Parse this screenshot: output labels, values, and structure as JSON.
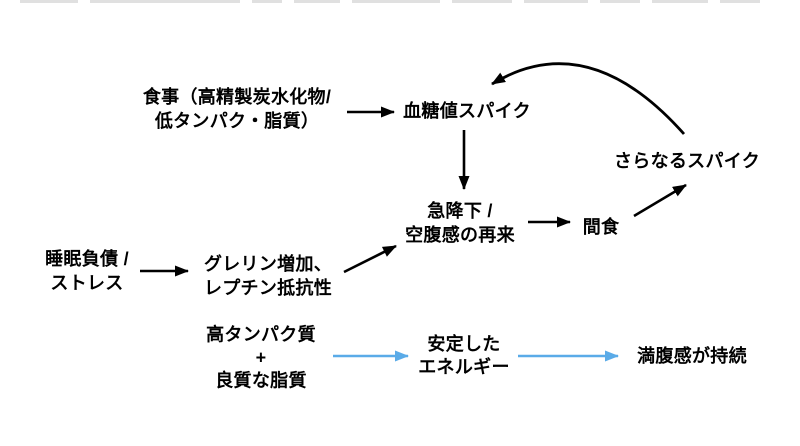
{
  "diagram": {
    "colors": {
      "background": "#ffffff",
      "text": "#000000",
      "arrow": "#000000",
      "accent_arrow": "#5aabe8"
    },
    "nodes": {
      "meal": {
        "lines": [
          "食事（高精製炭水化物/",
          "低タンパク・脂質）"
        ]
      },
      "glucose_spike": {
        "lines": [
          "血糖値スパイク"
        ]
      },
      "crash": {
        "lines": [
          "急降下 /",
          "空腹感の再来"
        ]
      },
      "snack": {
        "lines": [
          "間食"
        ]
      },
      "further_spike": {
        "lines": [
          "さらなるスパイク"
        ]
      },
      "sleep_debt": {
        "lines": [
          "睡眠負債 /",
          "ストレス"
        ]
      },
      "ghrelin": {
        "lines": [
          "グレリン増加、",
          "レプチン抵抗性"
        ]
      },
      "protein_fat": {
        "lines": [
          "高タンパク質",
          "+",
          "良質な脂質"
        ]
      },
      "stable_energy": {
        "lines": [
          "安定した",
          "エネルギー"
        ]
      },
      "satiety": {
        "lines": [
          "満腹感が持続"
        ]
      }
    },
    "edges": [
      {
        "from": "meal",
        "to": "glucose_spike",
        "style": "black"
      },
      {
        "from": "glucose_spike",
        "to": "crash",
        "style": "black"
      },
      {
        "from": "crash",
        "to": "snack",
        "style": "black"
      },
      {
        "from": "snack",
        "to": "further_spike",
        "style": "black"
      },
      {
        "from": "further_spike",
        "to": "glucose_spike",
        "style": "black-curved"
      },
      {
        "from": "sleep_debt",
        "to": "ghrelin",
        "style": "black"
      },
      {
        "from": "ghrelin",
        "to": "crash",
        "style": "black"
      },
      {
        "from": "protein_fat",
        "to": "stable_energy",
        "style": "blue"
      },
      {
        "from": "stable_energy",
        "to": "satiety",
        "style": "blue"
      }
    ]
  }
}
